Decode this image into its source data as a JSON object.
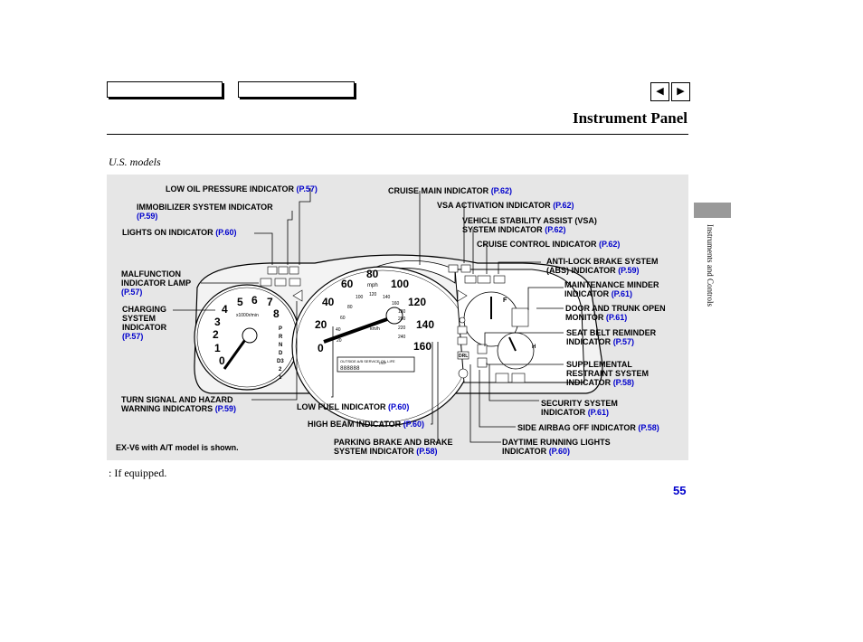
{
  "header": {
    "title": "Instrument Panel",
    "nav_prev": "◀",
    "nav_next": "▶"
  },
  "caption": "U.S. models",
  "side_tab": "Instruments and Controls",
  "page_number": "55",
  "footnote": ": If equipped.",
  "diagram_note": "EX-V6 with A/T model is shown.",
  "labels": {
    "low_oil": {
      "text": "LOW OIL PRESSURE INDICATOR",
      "ref": "(P.57)"
    },
    "immobilizer": {
      "line1": "IMMOBILIZER SYSTEM INDICATOR",
      "ref": "(P.59)"
    },
    "lights_on": {
      "text": "LIGHTS ON INDICATOR",
      "ref": "(P.60)"
    },
    "malfunction": {
      "line1": "MALFUNCTION",
      "line2": "INDICATOR LAMP",
      "ref": "(P.57)"
    },
    "charging": {
      "line1": "CHARGING",
      "line2": "SYSTEM",
      "line3": "INDICATOR",
      "ref": "(P.57)"
    },
    "turn_signal": {
      "line1": "TURN SIGNAL AND HAZARD",
      "line2": "WARNING INDICATORS",
      "ref": "(P.59)"
    },
    "low_fuel": {
      "text": "LOW FUEL INDICATOR",
      "ref": "(P.60)"
    },
    "high_beam": {
      "text": "HIGH BEAM INDICATOR",
      "ref": "(P.60)"
    },
    "parking_brake": {
      "line1": "PARKING BRAKE AND BRAKE",
      "line2": "SYSTEM INDICATOR",
      "ref": "(P.58)"
    },
    "cruise_main": {
      "text": "CRUISE MAIN INDICATOR",
      "ref": "(P.62)"
    },
    "vsa_activation": {
      "text": "VSA ACTIVATION INDICATOR",
      "ref": "(P.62)"
    },
    "vsa_system": {
      "line1": "VEHICLE STABILITY ASSIST (VSA)",
      "line2": "SYSTEM INDICATOR",
      "ref": "(P.62)"
    },
    "cruise_control": {
      "text": "CRUISE CONTROL INDICATOR",
      "ref": "(P.62)"
    },
    "abs": {
      "line1": "ANTI-LOCK BRAKE SYSTEM",
      "line2": "(ABS) INDICATOR",
      "ref": "(P.59)"
    },
    "maintenance": {
      "line1": "MAINTENANCE MINDER",
      "line2": "INDICATOR",
      "ref": "(P.61)"
    },
    "door_trunk": {
      "line1": "DOOR AND TRUNK OPEN",
      "line2": "MONITOR",
      "ref": "(P.61)"
    },
    "seat_belt": {
      "line1": "SEAT BELT REMINDER",
      "line2": "INDICATOR",
      "ref": "(P.57)"
    },
    "srs": {
      "line1": "SUPPLEMENTAL",
      "line2": "RESTRAINT SYSTEM",
      "line3": "INDICATOR",
      "ref": "(P.58)"
    },
    "security": {
      "line1": "SECURITY SYSTEM",
      "line2": "INDICATOR",
      "ref": "(P.61)"
    },
    "side_airbag": {
      "text": "SIDE AIRBAG OFF INDICATOR",
      "ref": "(P.58)"
    },
    "drl": {
      "line1": "DAYTIME RUNNING LIGHTS",
      "line2": "INDICATOR",
      "ref": "(P.60)"
    }
  },
  "gauge_text": {
    "tach_numbers": [
      "0",
      "1",
      "2",
      "3",
      "4",
      "5",
      "6",
      "7",
      "8"
    ],
    "tach_unit": "x1000r/min",
    "gear_letters": [
      "P",
      "R",
      "N",
      "D",
      "D3",
      "2",
      "1"
    ],
    "speed_mph": [
      "0",
      "20",
      "40",
      "60",
      "80",
      "100",
      "120",
      "140",
      "160"
    ],
    "speed_unit_mph": "mph",
    "speed_kmh": [
      "20",
      "40",
      "60",
      "80",
      "100",
      "120",
      "140",
      "160",
      "180",
      "200",
      "220",
      "240"
    ],
    "speed_unit_kmh": "km/h",
    "odometer_labels": "OUTSIDE  A/B SERVICE  OIL LIFE",
    "odometer_digits": "888888",
    "trip_label": "TRIP",
    "fuel_full": "F",
    "temp_hot": "H",
    "drl_badge": "DRL"
  }
}
